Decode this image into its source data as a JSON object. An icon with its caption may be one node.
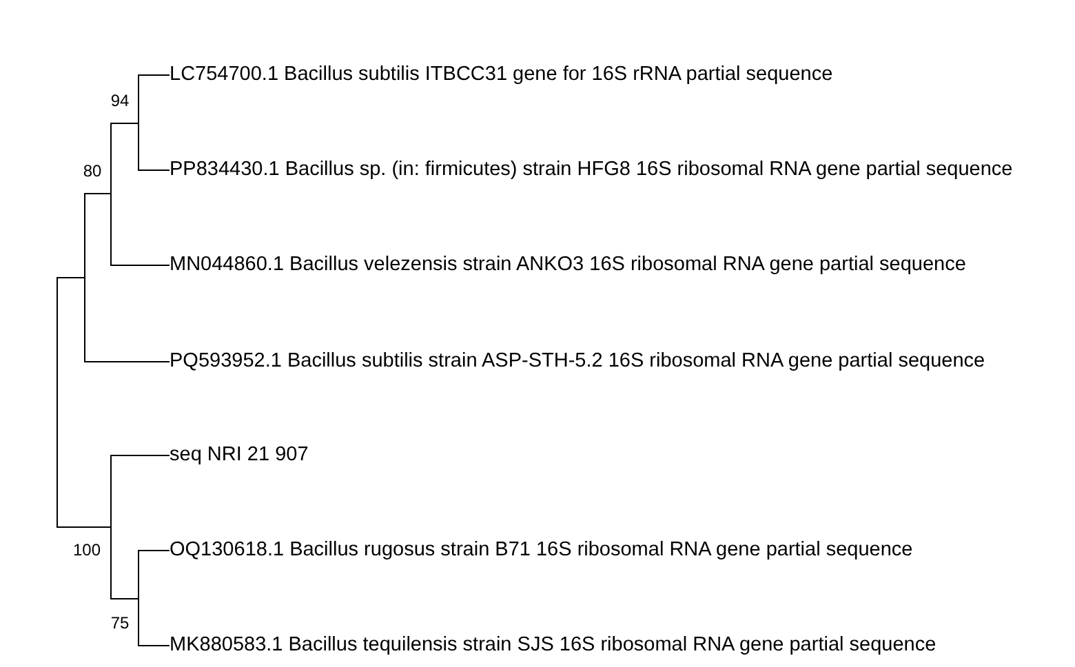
{
  "diagram": {
    "nodes": [
      {
        "text": [],
        "shape": "bar"
      },
      {
        "text": [],
        "shape": "bar"
      },
      {
        "text": [],
        "shape": "bar",
        "beside": [
          "80"
        ]
      },
      {
        "text": [],
        "shape": "bar",
        "beside": [
          "94"
        ]
      },
      {
        "text": [
          "LC754700.1 Bacillus subtilis ITBCC31 gene for 16S rRNA partial sequence"
        ]
      },
      {
        "text": [
          "PP834430.1 Bacillus sp. (in: firmicutes) strain HFG8 16S ribosomal RNA gene partial sequence"
        ]
      },
      {
        "text": [
          "MN044860.1 Bacillus velezensis strain ANKO3 16S ribosomal RNA gene partial sequence"
        ]
      },
      {
        "text": [
          "PQ593952.1 Bacillus subtilis strain ASP-STH-5.2 16S ribosomal RNA gene partial sequence"
        ]
      },
      {
        "text": [],
        "shape": "bar",
        "beside": [
          "100"
        ]
      },
      {
        "text": [
          "seq NRI 21 907"
        ]
      },
      {
        "text": [],
        "shape": "bar",
        "beside": [
          "75"
        ]
      },
      {
        "text": [
          "OQ130618.1 Bacillus rugosus strain B71 16S ribosomal RNA gene partial sequence"
        ]
      },
      {
        "text": [
          "MK880583.1 Bacillus tequilensis strain SJS 16S ribosomal RNA gene partial sequence"
        ]
      }
    ],
    "edges": [
      {
        "from": 0,
        "to": 1,
        "arrow": "none"
      },
      {
        "from": 1,
        "to": 2,
        "arrow": "none"
      },
      {
        "from": 2,
        "to": 3,
        "arrow": "none"
      },
      {
        "from": 3,
        "to": 4,
        "arrow": "none"
      },
      {
        "from": 3,
        "to": 5,
        "arrow": "none"
      },
      {
        "from": 2,
        "to": 6,
        "arrow": "none"
      },
      {
        "from": 1,
        "to": 7,
        "arrow": "none"
      },
      {
        "from": 0,
        "to": 8,
        "arrow": "none"
      },
      {
        "from": 8,
        "to": 9,
        "arrow": "none"
      },
      {
        "from": 8,
        "to": 10,
        "arrow": "none"
      },
      {
        "from": 10,
        "to": 11,
        "arrow": "none"
      },
      {
        "from": 10,
        "to": 12,
        "arrow": "none"
      }
    ]
  }
}
